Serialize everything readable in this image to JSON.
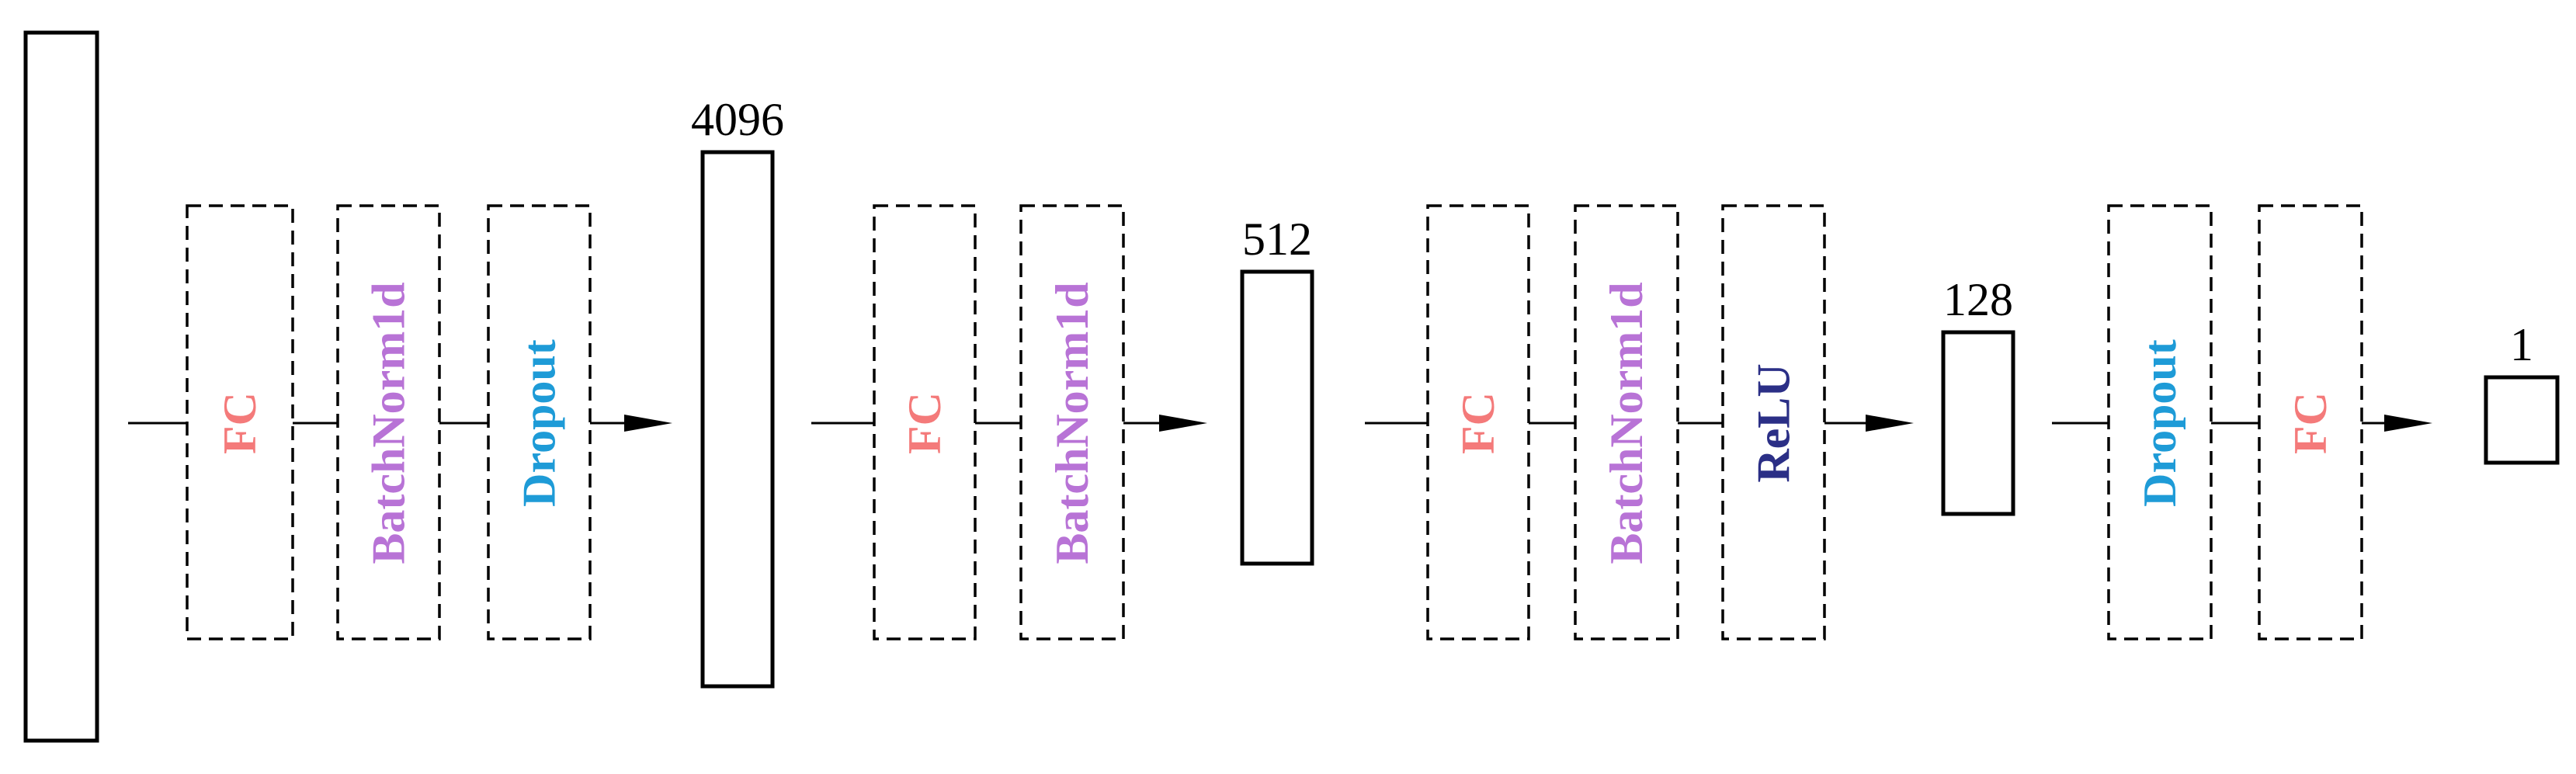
{
  "colors": {
    "fc": "#f47a7a",
    "batchnorm": "#b873d6",
    "dropout": "#1e9bd7",
    "relu": "#2b2f86",
    "stroke": "#000000"
  },
  "diagram": {
    "vectors": [
      {
        "label": ""
      },
      {
        "label": "4096"
      },
      {
        "label": "512"
      },
      {
        "label": "128"
      },
      {
        "label": "1"
      }
    ],
    "blocks": [
      {
        "layers": [
          {
            "label": "FC",
            "kind": "fc"
          },
          {
            "label": "BatchNorm1d",
            "kind": "batchnorm"
          },
          {
            "label": "Dropout",
            "kind": "dropout"
          }
        ]
      },
      {
        "layers": [
          {
            "label": "FC",
            "kind": "fc"
          },
          {
            "label": "BatchNorm1d",
            "kind": "batchnorm"
          }
        ]
      },
      {
        "layers": [
          {
            "label": "FC",
            "kind": "fc"
          },
          {
            "label": "BatchNorm1d",
            "kind": "batchnorm"
          },
          {
            "label": "ReLU",
            "kind": "relu"
          }
        ]
      },
      {
        "layers": [
          {
            "label": "Dropout",
            "kind": "dropout"
          },
          {
            "label": "FC",
            "kind": "fc"
          }
        ]
      }
    ]
  }
}
